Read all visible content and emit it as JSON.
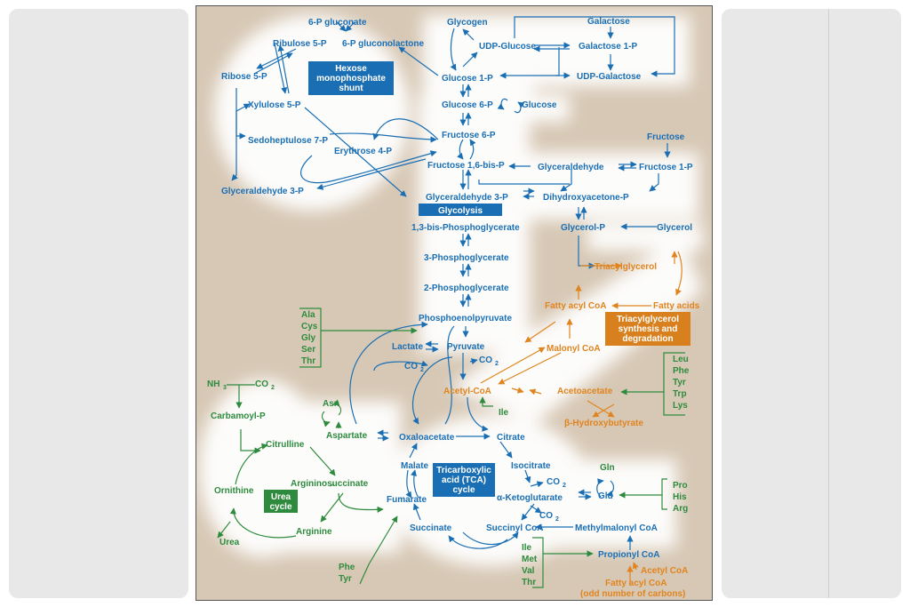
{
  "labels": {
    "glucose6p_gluconate": "6-P gluconate",
    "ribulose5p": "Ribulose 5-P",
    "gluconolactone": "6-P gluconolactone",
    "ribose5p": "Ribose 5-P",
    "xylulose5p": "Xylulose 5-P",
    "sedoheptulose7p": "Sedoheptulose 7-P",
    "erythrose4p": "Erythrose 4-P",
    "glyceraldehyde3p_left": "Glyceraldehyde 3-P",
    "glycogen": "Glycogen",
    "udp_glucose": "UDP-Glucose",
    "galactose": "Galactose",
    "galactose1p": "Galactose 1-P",
    "udp_galactose": "UDP-Galactose",
    "glucose1p": "Glucose 1-P",
    "glucose6p": "Glucose 6-P",
    "glucose": "Glucose",
    "fructose6p": "Fructose 6-P",
    "fructose16bp": "Fructose 1,6-bis-P",
    "fructose": "Fructose",
    "glyceraldehyde": "Glyceraldehyde",
    "fructose1p": "Fructose 1-P",
    "glyceraldehyde3p": "Glyceraldehyde 3-P",
    "dhap": "Dihydroxyacetone-P",
    "bpg13": "1,3-bis-Phosphoglycerate",
    "glycerolp": "Glycerol-P",
    "glycerol": "Glycerol",
    "pg3": "3-Phosphoglycerate",
    "triacylglycerol": "Triacylglycerol",
    "pg2": "2-Phosphoglycerate",
    "fatty_acyl_coa": "Fatty acyl CoA",
    "fatty_acids": "Fatty acids",
    "pep": "Phosphoenolpyruvate",
    "lactate": "Lactate",
    "pyruvate": "Pyruvate",
    "malonyl_coa": "Malonyl CoA",
    "co2": "CO",
    "co2_sub": "2",
    "nh3": "NH",
    "nh3_sub": "3",
    "acetyl_coa": "Acetyl-CoA",
    "acetoacetate": "Acetoacetate",
    "ile": "Ile",
    "hydroxybutyrate": "β-Hydroxybutyrate",
    "asn": "Asn",
    "carbamoyl_p": "Carbamoyl-P",
    "aspartate": "Aspartate",
    "oxaloacetate": "Oxaloacetate",
    "citrate": "Citrate",
    "citrulline": "Citrulline",
    "malate": "Malate",
    "isocitrate": "Isocitrate",
    "argininosuccinate": "Argininosuccinate",
    "ornithine": "Ornithine",
    "fumarate": "Fumarate",
    "akg": "α-Ketoglutarate",
    "gln": "Gln",
    "glu": "Glu",
    "arginine": "Arginine",
    "urea": "Urea",
    "succinate": "Succinate",
    "succinyl_coa": "Succinyl CoA",
    "methylmalonyl_coa": "Methylmalonyl CoA",
    "propionyl_coa": "Propionyl CoA",
    "acetyl_coa_small": "Acetyl CoA",
    "fatty_acyl_coa_odd": "Fatty acyl CoA",
    "odd_carbons": "(odd number of carbons)"
  },
  "amino_groups": {
    "pyruvate_group": [
      "Ala",
      "Cys",
      "Gly",
      "Ser",
      "Thr"
    ],
    "ketogenic_group": [
      "Leu",
      "Phe",
      "Tyr",
      "Trp",
      "Lys"
    ],
    "glu_group": [
      "Pro",
      "His",
      "Arg"
    ],
    "propionyl_group": [
      "Ile",
      "Met",
      "Val",
      "Thr"
    ],
    "fumarate_group": [
      "Phe",
      "Tyr"
    ]
  },
  "boxes": {
    "hexose_shunt": [
      "Hexose",
      "monophosphate",
      "shunt"
    ],
    "glycolysis": "Glycolysis",
    "tag_synthesis": [
      "Triacylglycerol",
      "synthesis and",
      "degradation"
    ],
    "tca": [
      "Tricarboxylic",
      "acid (TCA)",
      "cycle"
    ],
    "urea_cycle": [
      "Urea",
      "cycle"
    ]
  },
  "colors": {
    "blue": "#1a6fb4",
    "green": "#2e8b3e",
    "orange": "#e0841e",
    "background": "#d7c8b5",
    "blue_box": "#1a6fb4",
    "green_box": "#2e8b3e",
    "orange_box": "#d9801e"
  }
}
